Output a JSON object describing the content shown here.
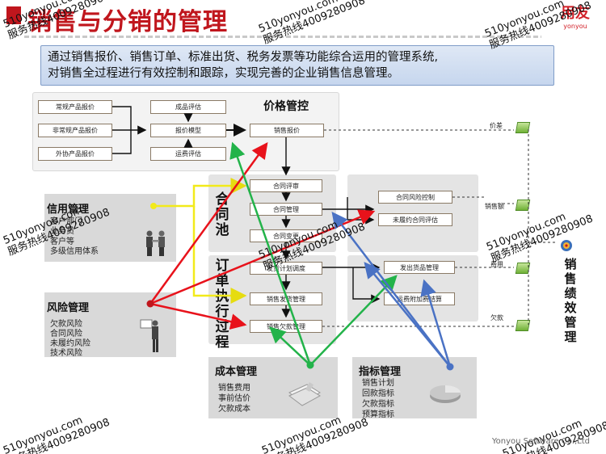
{
  "header": {
    "title": "销售与分销的管理",
    "logo": "用友",
    "logo_sub": "yonyou"
  },
  "intro": {
    "line1": "通过销售报价、销售订单、标准出货、税务发票等功能综合运用的管理系统,",
    "line2": "对销售全过程进行有效控制和跟踪，实现完善的企业销售信息管理。"
  },
  "price_panel": {
    "title": "价格管控",
    "nodes": {
      "regular": "常规产品报价",
      "irregular": "非常规产品报价",
      "outsource": "外协产品报价",
      "bom": "成品评估",
      "price_model": "报价模型",
      "freight": "运费评估",
      "sales_quote": "销售报价"
    }
  },
  "contract_panel": {
    "title": "合同池",
    "nodes": {
      "review": "合同评审",
      "manage": "合同管理",
      "change": "合同变更"
    }
  },
  "risk_sub_panel": {
    "nodes": {
      "risk_control": "合同风险控制",
      "unfulfilled": "未履约合同评估"
    }
  },
  "order_panel": {
    "title": "订单执行过程",
    "nodes": {
      "plan": "发货计划调度",
      "delivery": "销售发货管理",
      "debt": "销售欠款管理"
    }
  },
  "ship_sub_panel": {
    "nodes": {
      "issue": "发出货品管理",
      "extra": "运费附加费结算"
    }
  },
  "credit": {
    "title": "信用管理",
    "items": [
      "客户部门",
      "业务员",
      "客户等",
      "多级信用体系"
    ]
  },
  "risk": {
    "title": "风险管理",
    "items": [
      "欠款风险",
      "合同风险",
      "未履约风险",
      "技术风险"
    ]
  },
  "cost": {
    "title": "成本管理",
    "items": [
      "销售费用",
      "事前估价",
      "欠款成本"
    ]
  },
  "index": {
    "title": "指标管理",
    "items": [
      "销售计划",
      "回款指标",
      "欠款指标",
      "预算指标"
    ]
  },
  "right": {
    "labels": [
      "价差",
      "销售额",
      "费用",
      "欠款"
    ],
    "perf_title": "销售绩效管理"
  },
  "watermarks": {
    "site": "510yonyou.com",
    "hotline": "服务热线4009280908"
  },
  "footer": "Yonyou Software Co.,Ltd",
  "colors": {
    "title_red": "#c0161d",
    "arrow_red": "#e8121b",
    "arrow_green": "#23b34a",
    "arrow_blue": "#4a72c4",
    "arrow_yellow": "#f2ea1a"
  }
}
